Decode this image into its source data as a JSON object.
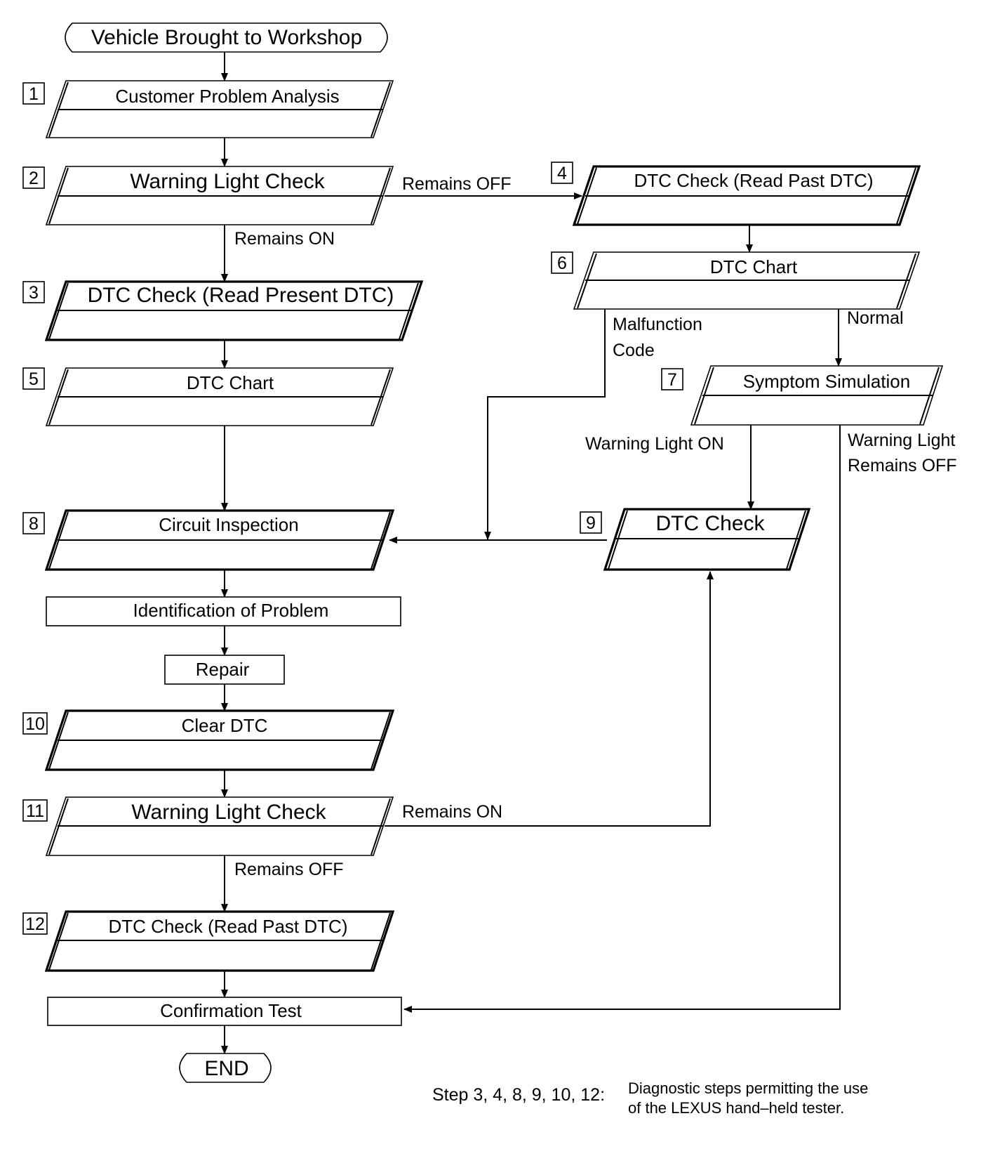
{
  "start": "Vehicle Brought to Workshop",
  "end": "END",
  "steps": {
    "s1": {
      "num": "1",
      "label": "Customer Problem Analysis"
    },
    "s2": {
      "num": "2",
      "label": "Warning Light Check"
    },
    "s3": {
      "num": "3",
      "label": "DTC Check (Read Present DTC)"
    },
    "s4": {
      "num": "4",
      "label": "DTC Check (Read Past DTC)"
    },
    "s5": {
      "num": "5",
      "label": "DTC Chart"
    },
    "s6": {
      "num": "6",
      "label": "DTC Chart"
    },
    "s7": {
      "num": "7",
      "label": "Symptom Simulation"
    },
    "s8": {
      "num": "8",
      "label": "Circuit Inspection"
    },
    "s9": {
      "num": "9",
      "label": "DTC Check"
    },
    "s10": {
      "num": "10",
      "label": "Clear DTC"
    },
    "s11": {
      "num": "11",
      "label": "Warning Light Check"
    },
    "s12": {
      "num": "12",
      "label": "DTC Check (Read Past DTC)"
    }
  },
  "boxes": {
    "identification": "Identification of Problem",
    "repair": "Repair",
    "confirmation": "Confirmation Test"
  },
  "labels": {
    "s2_off": "Remains OFF",
    "s2_on": "Remains ON",
    "s6_malfunction_1": "Malfunction",
    "s6_malfunction_2": "Code",
    "s6_normal": "Normal",
    "s7_on": "Warning Light ON",
    "s7_off_1": "Warning Light",
    "s7_off_2": "Remains OFF",
    "s11_on": "Remains ON",
    "s11_off": "Remains OFF"
  },
  "note": {
    "prefix": "Step 3, 4, 8, 9, 10, 12:",
    "line1": "Diagnostic steps permitting the use",
    "line2": "of the LEXUS hand–held tester."
  }
}
